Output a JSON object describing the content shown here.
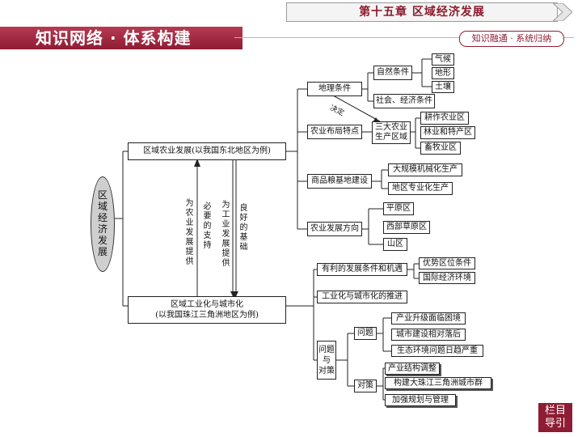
{
  "header": {
    "chapter": "第十五章 区域经济发展",
    "banner": "知识网络 · 体系构建",
    "tag": "知识融通 · 系统归纳"
  },
  "nav": [
    "栏目",
    "导引"
  ],
  "diagram": {
    "root": "区域经济发展",
    "agri": "区域农业发展(以我国东北地区为例)",
    "ind": [
      "区域工业化与城市化",
      "(以我国珠江三角洲地区为例)"
    ],
    "link1": "为农业发展提供",
    "link2": "必要的支持",
    "link3": "为工业发展提供",
    "link4": "良好的基础",
    "geo": "地理条件",
    "natural": "自然条件",
    "climate": "气候",
    "terrain": "地形",
    "soil": "土壤",
    "socio": "社会、经济条件",
    "decide": "决定",
    "layout": "农业布局特点",
    "three_zones": [
      "三大农业",
      "生产区域"
    ],
    "farm": "耕作农业区",
    "forest": "林业和特产区",
    "livestock": "畜牧业区",
    "grain": "商品粮基地建设",
    "mech": "大规模机械化生产",
    "special": "地区专业化生产",
    "direction": "农业发展方向",
    "plain": "平原区",
    "west": "西部草原区",
    "mountain": "山区",
    "favor": "有利的发展条件和机遇",
    "location": "优势区位条件",
    "intl": "国际经济环境",
    "advance": "工业化与城市化的推进",
    "prob_sol": [
      "问题",
      "与",
      "对策"
    ],
    "problems": "问题",
    "p1": "产业升级面临困境",
    "p2": "城市建设相对落后",
    "p3": "生态环境问题日趋严重",
    "measures": "对策",
    "m1": "产业结构调整",
    "m2": "构建大珠江三角洲城市群",
    "m3": "加强规划与管理"
  }
}
